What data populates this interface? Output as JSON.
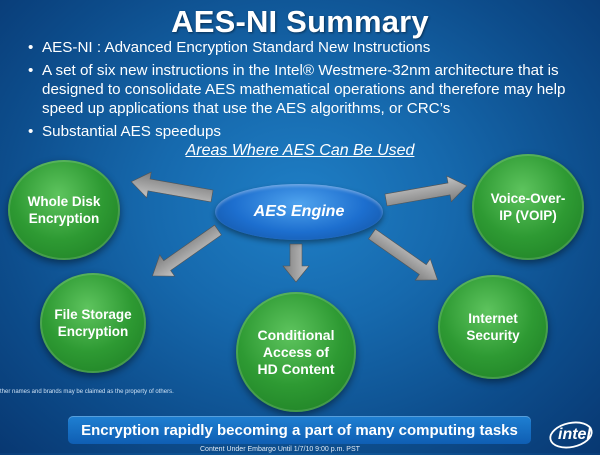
{
  "slide": {
    "title": "AES-NI Summary",
    "bullets": [
      "AES-NI : Advanced Encryption Standard New Instructions",
      "A set of six new instructions in the Intel® Westmere-32nm architecture that is designed to consolidate AES mathematical operations and therefore may help speed up applications that use the AES algorithms, or CRC’s",
      "Substantial AES speedups"
    ],
    "subtitle": "Areas Where AES Can Be Used",
    "engine": "AES Engine",
    "areas": {
      "disk": [
        "Whole Disk",
        "Encryption"
      ],
      "voip": [
        "Voice-Over-",
        "IP (VOIP)"
      ],
      "file": [
        "File Storage",
        "Encryption"
      ],
      "hd": [
        "Conditional",
        "Access of",
        "HD Content"
      ],
      "net": [
        "Internet",
        "Security"
      ]
    },
    "disclaimer": "ther names and brands may be claimed as the property of others.",
    "banner": "Encryption rapidly becoming a part of many computing tasks",
    "footer": "Content Under Embargo Until 1/7/10 9:00 p.m. PST",
    "logo_text": "intel"
  },
  "colors": {
    "background": "#1669ad",
    "circle_green": "#2e9a33",
    "engine_blue": "#1d6fcf",
    "banner_blue": "#1570c4",
    "arrow_gray": "#9a9a9a"
  }
}
